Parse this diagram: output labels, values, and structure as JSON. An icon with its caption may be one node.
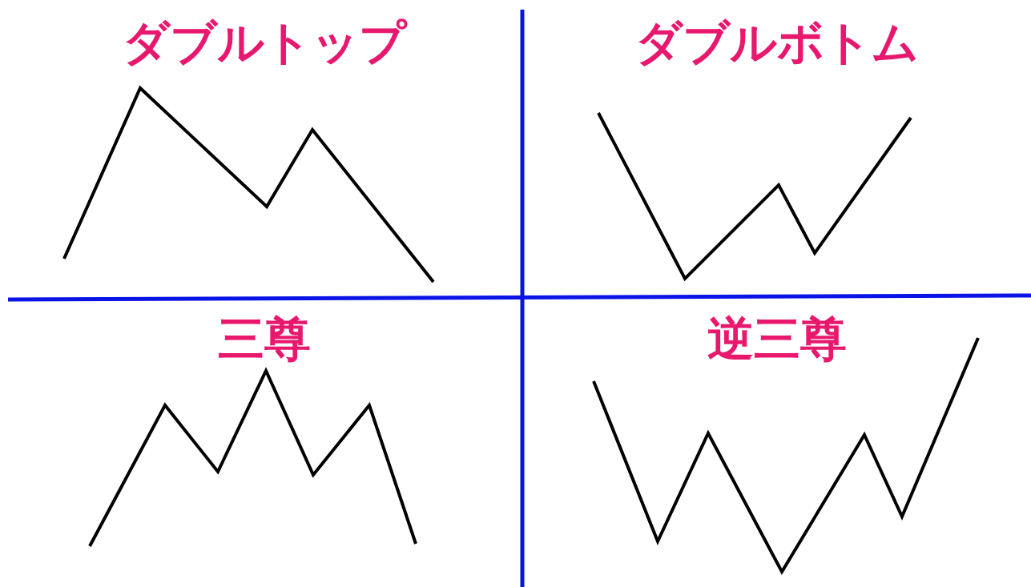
{
  "diagram": {
    "labels": [
      "ダブルトップ",
      "ダブルボトム",
      "三尊",
      "逆三尊"
    ]
  }
}
